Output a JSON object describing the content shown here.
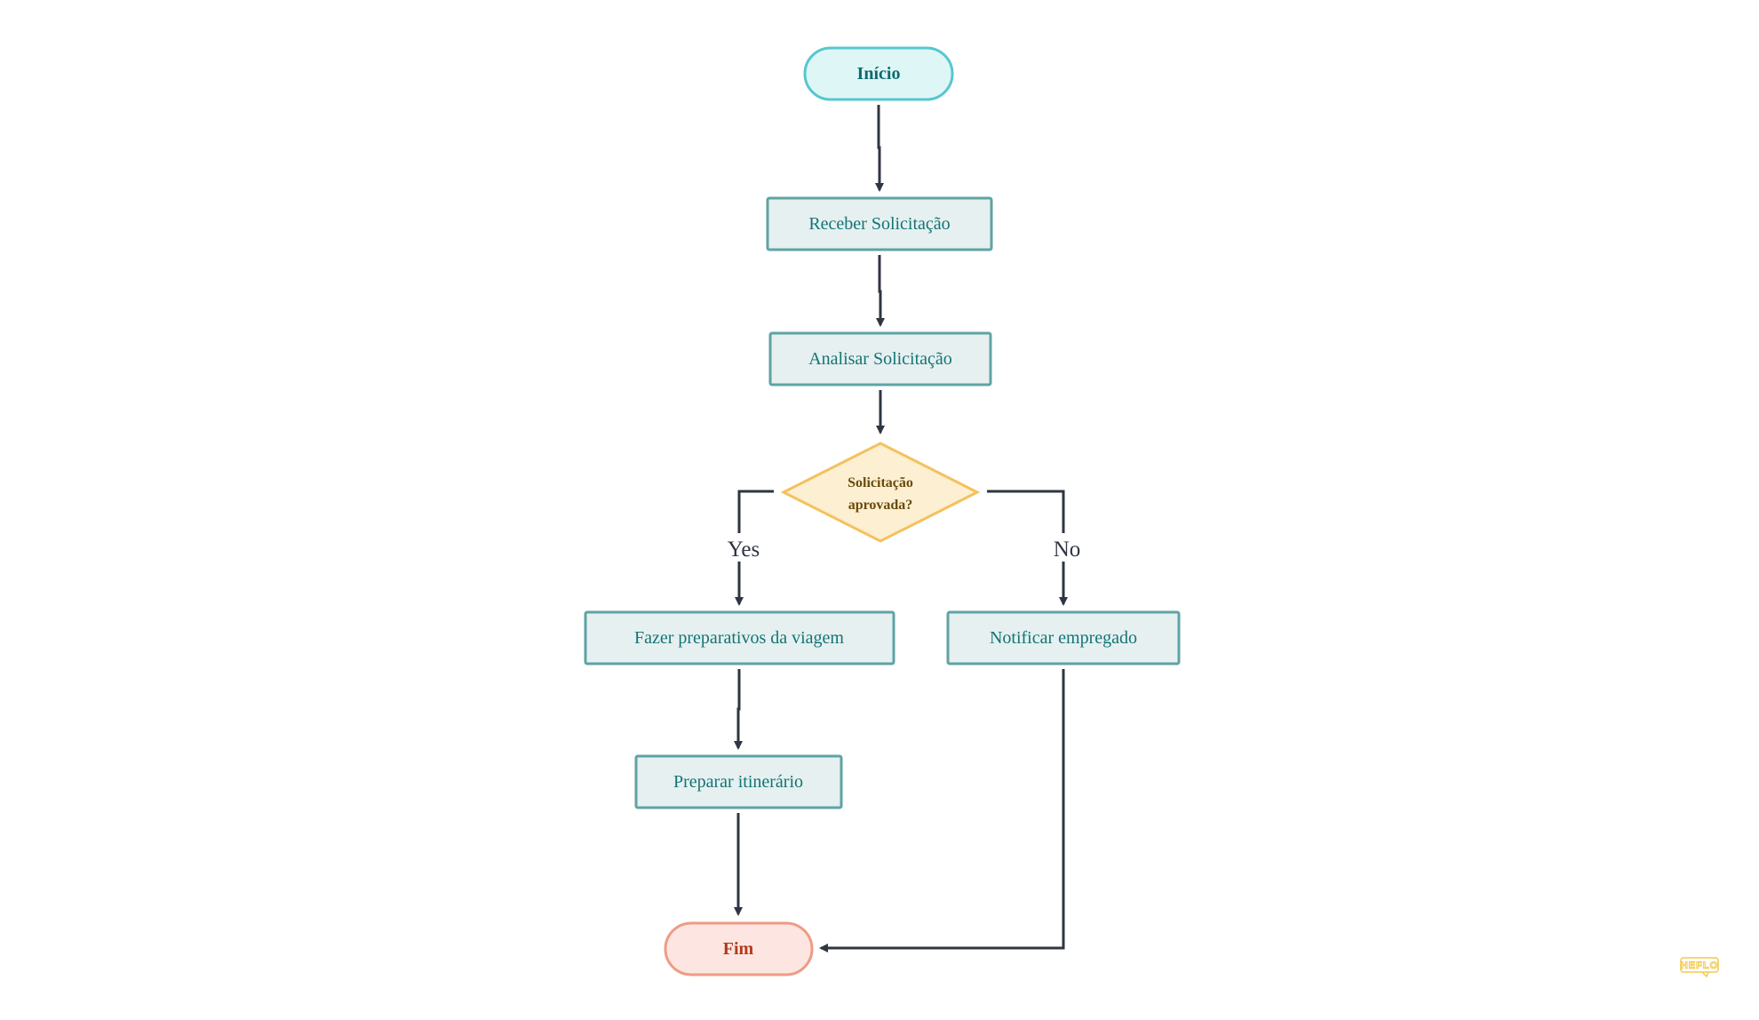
{
  "diagram": {
    "nodes": {
      "start": {
        "label": "Início"
      },
      "receive": {
        "label": "Receber Solicitação"
      },
      "analyze": {
        "label": "Analisar Solicitação"
      },
      "decision": {
        "label_line1": "Solicitação",
        "label_line2": "aprovada?"
      },
      "prepare_trip": {
        "label": "Fazer preparativos da viagem"
      },
      "notify": {
        "label": "Notificar empregado"
      },
      "itinerary": {
        "label": "Preparar itinerário"
      },
      "end": {
        "label": "Fim"
      }
    },
    "edge_labels": {
      "yes": "Yes",
      "no": "No"
    },
    "watermark": "HEFLO"
  },
  "colors": {
    "start_fill": "#dff6f7",
    "start_stroke": "#56c7cf",
    "start_text": "#0e6b6e",
    "process_fill": "#e6f0f0",
    "process_stroke": "#5fa3a3",
    "process_text": "#137474",
    "decision_fill": "#fcefd2",
    "decision_stroke": "#f4c15c",
    "decision_text": "#6b4a0a",
    "end_fill": "#fde6e1",
    "end_stroke": "#ee9b85",
    "end_text": "#b2391c",
    "edge": "#2f3542"
  }
}
